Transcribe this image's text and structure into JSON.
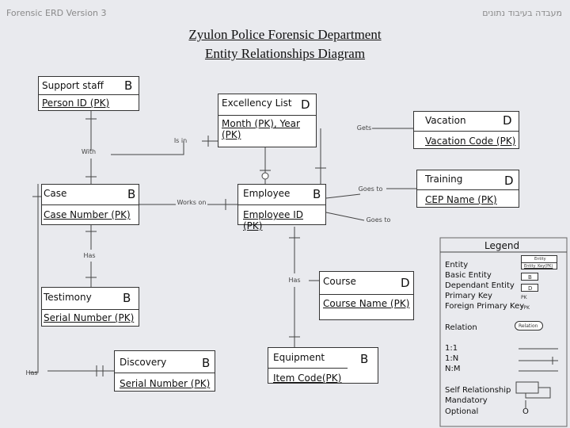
{
  "header": {
    "left": "Forensic ERD Version 3",
    "right": "מעבדה בעיבוד נתונים"
  },
  "title": {
    "line1": "Zyulon Police Forensic Department",
    "line2": "Entity   Relationships   Diagram"
  },
  "entities": {
    "support_staff": {
      "name": "Support staff",
      "type": "B",
      "key": "Person ID (PK)"
    },
    "excellency_list": {
      "name": "Excellency List",
      "type": "D",
      "key": "Month (PK), Year (PK)"
    },
    "vacation": {
      "name": "Vacation",
      "type": "D",
      "key": "Vacation Code (PK)"
    },
    "training": {
      "name": "Training",
      "type": "D",
      "key": "CEP Name (PK)"
    },
    "case": {
      "name": "Case",
      "type": "B",
      "key": "Case Number (PK)"
    },
    "employee": {
      "name": "Employee",
      "type": "B",
      "key": "Employee ID (PK)"
    },
    "course": {
      "name": "Course",
      "type": "D",
      "key": "Course Name (PK)"
    },
    "testimony": {
      "name": "Testimony",
      "type": "B",
      "key": "Serial Number (PK)"
    },
    "discovery": {
      "name": "Discovery",
      "type": "B",
      "key": "Serial Number (PK)"
    },
    "equipment": {
      "name": "Equipment",
      "type": "B",
      "key": "Item Code(PK)"
    }
  },
  "relations": {
    "is_in": "Is in",
    "with": "With",
    "gets": "Gets",
    "works_on": "Works on",
    "goes_to_1": "Goes to",
    "goes_to_2": "Goes to",
    "has_1": "Has",
    "has_2": "Has",
    "has_3": "Has"
  },
  "legend": {
    "title": "Legend",
    "entity": "Entity",
    "basic_entity": "Basic Entity",
    "dependant_entity": "Dependant Entity",
    "primary_key": "Primary Key",
    "foreign_primary_key": "Foreign Primary Key",
    "relation": "Relation",
    "one_one": "1:1",
    "one_n": "1:N",
    "n_m": "N:M",
    "self_relationship": "Self Relationship",
    "mandatory": "Mandatory",
    "optional": "Optional",
    "sample_entity": "Entity",
    "sample_entity_key": "Entity_Key(PK)",
    "sample_b": "B",
    "sample_d": "D",
    "sample_pk": "PK",
    "sample_fpk": "FPK",
    "sample_relation": "Relation",
    "sample_o": "O"
  }
}
